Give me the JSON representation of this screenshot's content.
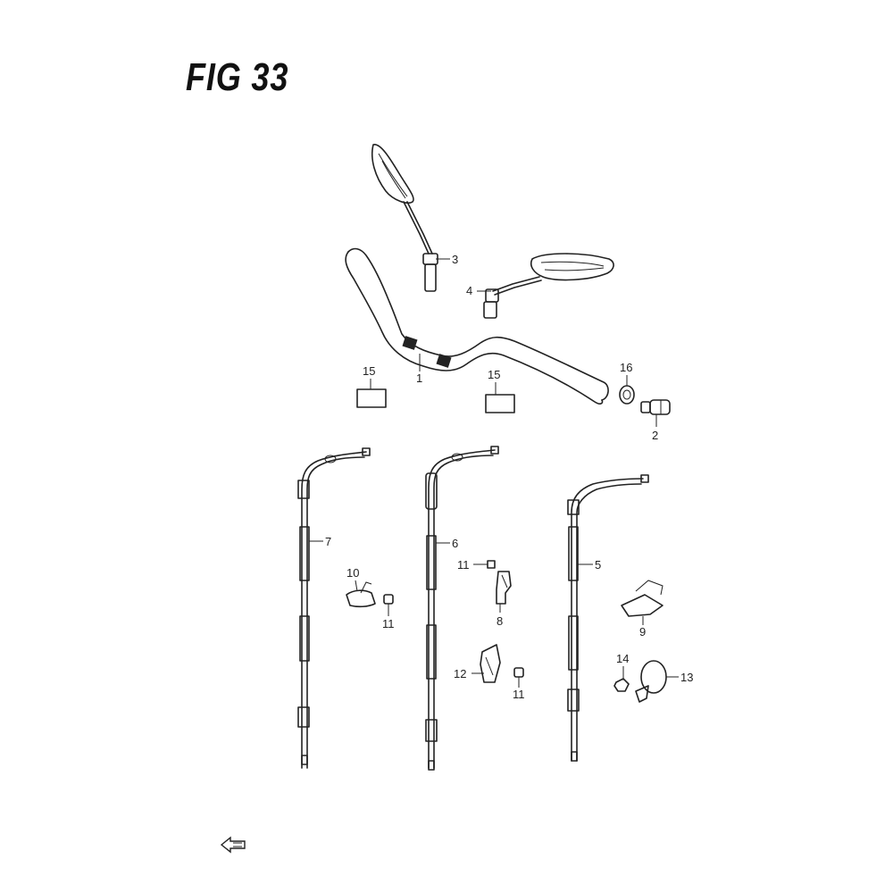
{
  "figure": {
    "title": "FIG 33"
  },
  "callouts": {
    "c1": "1",
    "c2": "2",
    "c3": "3",
    "c4": "4",
    "c5": "5",
    "c6": "6",
    "c7": "7",
    "c8": "8",
    "c9": "9",
    "c10": "10",
    "c11a": "11",
    "c11b": "11",
    "c11c": "11",
    "c12": "12",
    "c13": "13",
    "c14": "14",
    "c15a": "15",
    "c15b": "15",
    "c16": "16"
  },
  "direction_icon": "fwd-arrow-icon",
  "colors": {
    "ink": "#1a1a1a",
    "background": "#ffffff"
  }
}
